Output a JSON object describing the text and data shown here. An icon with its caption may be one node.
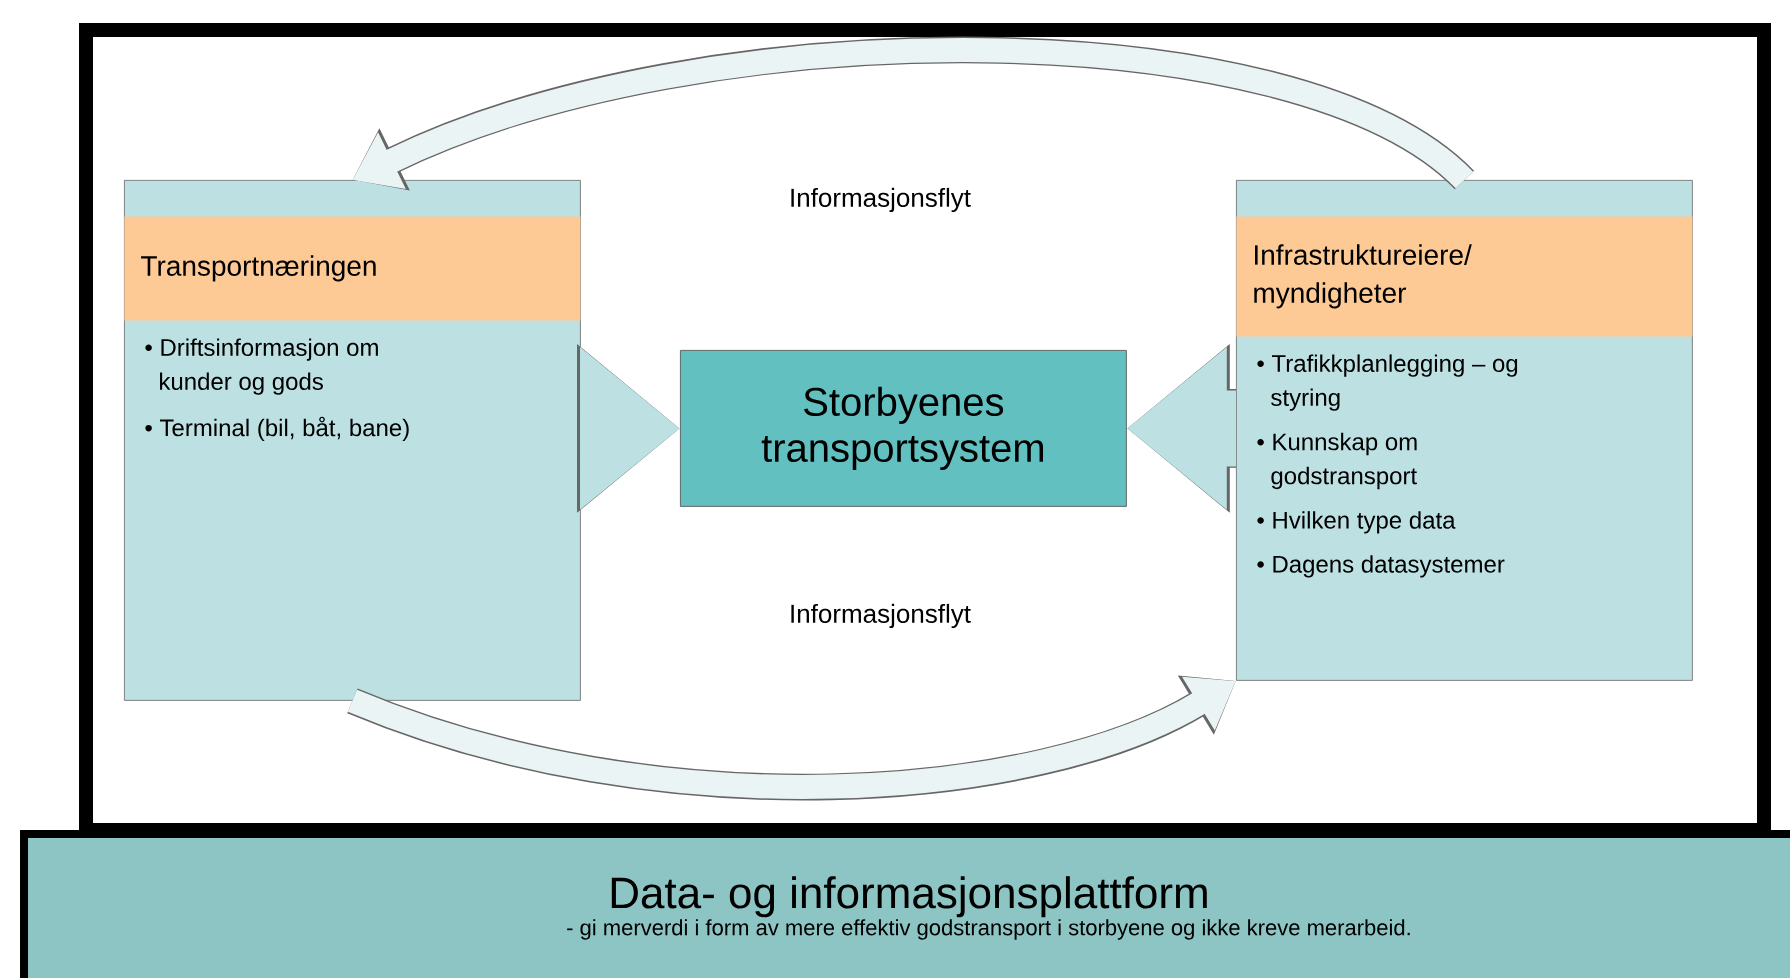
{
  "diagram": {
    "nodes": [
      {
        "text": [
          "Transportnæringen",
          "• Driftsinformasjon om kunder og gods",
          "• Terminal (bil, båt, bane)"
        ]
      },
      {
        "text": [
          "Storbyenes transportsystem"
        ]
      },
      {
        "text": [
          "Infrastruktureiere/ myndigheter",
          "• Trafikkplanlegging – og styring",
          "• Kunnskap om godstransport",
          "• Hvilken type data",
          "• Dagens datasystemer"
        ]
      },
      {
        "text": [
          "Data- og informasjonsplattform",
          "- gi merverdi i form av mere effektiv godstransport i storbyene og ikke kreve merarbeid."
        ]
      }
    ],
    "edges": [
      {
        "from": 0,
        "to": 1,
        "arrow": "to",
        "style": "thick"
      },
      {
        "from": 2,
        "to": 1,
        "arrow": "to",
        "style": "thick"
      },
      {
        "from": 2,
        "to": 0,
        "arrow": "to"
      },
      {
        "from": 0,
        "to": 2,
        "arrow": "to"
      }
    ],
    "labels": [
      "Informasjonsflyt",
      "Informasjonsflyt"
    ]
  }
}
